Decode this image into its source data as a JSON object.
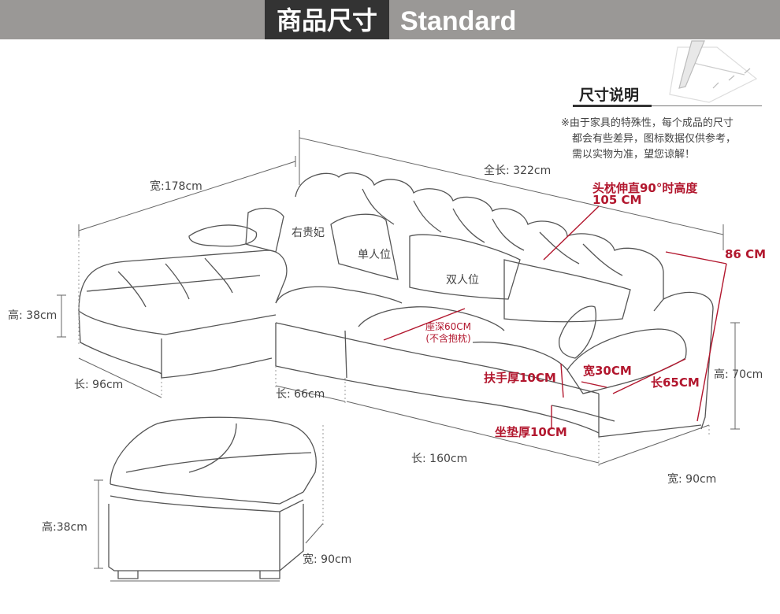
{
  "header": {
    "title_cn": "商品尺寸",
    "title_en": "Standard"
  },
  "note": {
    "title": "尺寸说明",
    "lines": [
      "※由于家具的特殊性，每个成品的尺寸",
      "都会有些差异，图标数据仅供参考，",
      "需以实物为准，望您谅解！"
    ]
  },
  "dimensions": {
    "total_length": "全长: 322cm",
    "width_178": "宽:178cm",
    "height_38_left": "高: 38cm",
    "length_96": "长: 96cm",
    "length_66": "长: 66cm",
    "length_160": "长: 160cm",
    "width_90_sofa": "宽: 90cm",
    "height_70": "高: 70cm",
    "height_38_stool": "高:38cm",
    "width_90_stool": "宽: 90cm"
  },
  "seat_labels": {
    "chaise": "右贵妃",
    "single": "单人位",
    "double": "双人位"
  },
  "red_labels": {
    "headrest_1": "头枕伸直90°时高度",
    "headrest_2": "105 CM",
    "height_86": "86 CM",
    "seat_depth_1": "座深60CM",
    "seat_depth_2": "(不含抱枕)",
    "armrest": "扶手厚10CM",
    "arm_width": "宽30CM",
    "arm_length": "长65CM",
    "cushion": "坐垫厚10CM"
  },
  "colors": {
    "header_bg": "#9a9896",
    "header_dark": "#333333",
    "accent_red": "#b2172e",
    "line": "#555555"
  }
}
